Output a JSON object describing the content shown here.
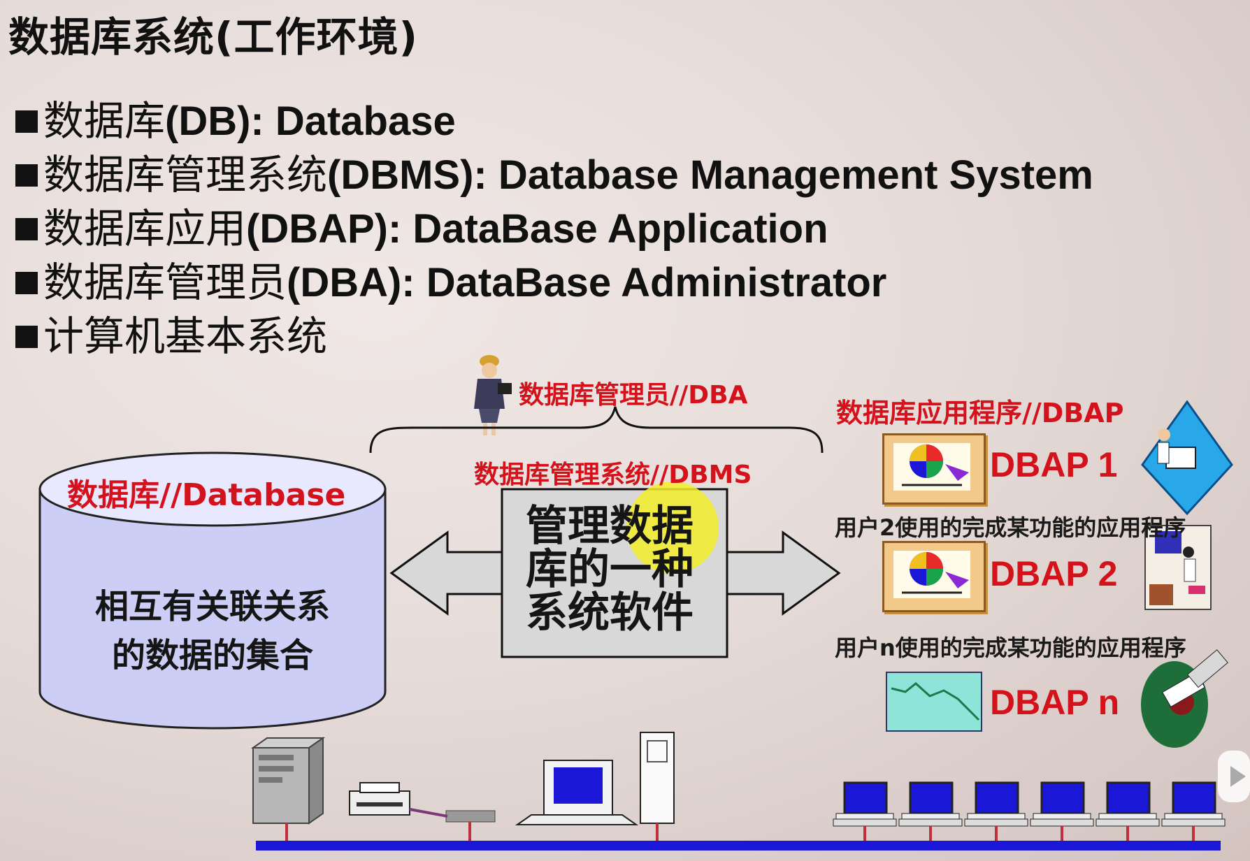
{
  "title": "数据库系统(工作环境)",
  "bullets": [
    {
      "zh": "数据库",
      "en": "(DB): Database"
    },
    {
      "zh": "数据库管理系统",
      "en": "(DBMS): Database Management System"
    },
    {
      "zh": "数据库应用",
      "en": "(DBAP): DataBase Application"
    },
    {
      "zh": "数据库管理员",
      "en": "(DBA): DataBase Administrator"
    },
    {
      "zh": "计算机基本系统",
      "en": ""
    }
  ],
  "diagram": {
    "dba_label": "数据库管理员//DBA",
    "dbms_label": "数据库管理系统//DBMS",
    "database_label": "数据库//Database",
    "database_desc_line1": "相互有关联关系",
    "database_desc_line2": "的数据的集合",
    "dbms_desc_line1": "管理数据",
    "dbms_desc_line2": "库的一种",
    "dbms_desc_line3": "系统软件",
    "dbap_header": "数据库应用程序//DBAP",
    "dbap_items": [
      "DBAP 1",
      "DBAP 2",
      "DBAP n"
    ],
    "user2_text": "用户2使用的完成某功能的应用程序",
    "usern_text": "用户n使用的完成某功能的应用程序"
  },
  "icons": [
    "administrator-figure-icon",
    "pie-chart-icon",
    "line-chart-icon",
    "user-workstation-icon",
    "server-tower-icon",
    "printer-icon",
    "desktop-computer-icon",
    "terminal-icon",
    "network-bus-icon",
    "play-button-icon"
  ],
  "colors": {
    "label_red": "#d3121b",
    "cylinder_fill": "#cccef6",
    "bus_blue": "#1a18d6",
    "highlight_yellow": "#f3ef2a"
  }
}
